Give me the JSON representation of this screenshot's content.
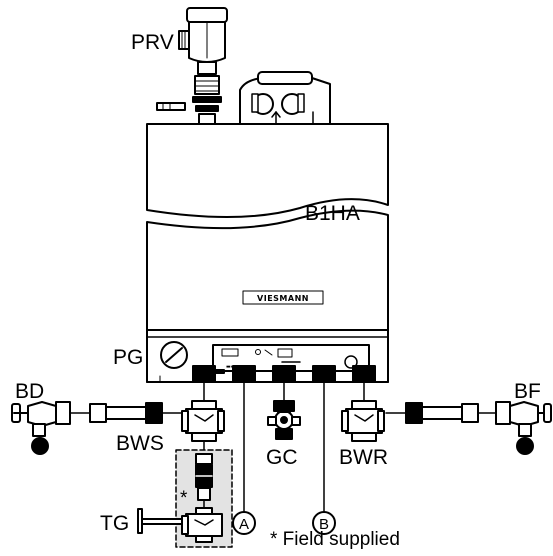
{
  "labels": {
    "prv": "PRV",
    "b1ha": "B1HA",
    "pg": "PG",
    "bd": "BD",
    "bf": "BF",
    "bws": "BWS",
    "gc": "GC",
    "bwr": "BWR",
    "tg": "TG",
    "a": "A",
    "b": "B",
    "asterisk": "*",
    "field_note": "* Field supplied"
  },
  "brand": "VIESMANN"
}
